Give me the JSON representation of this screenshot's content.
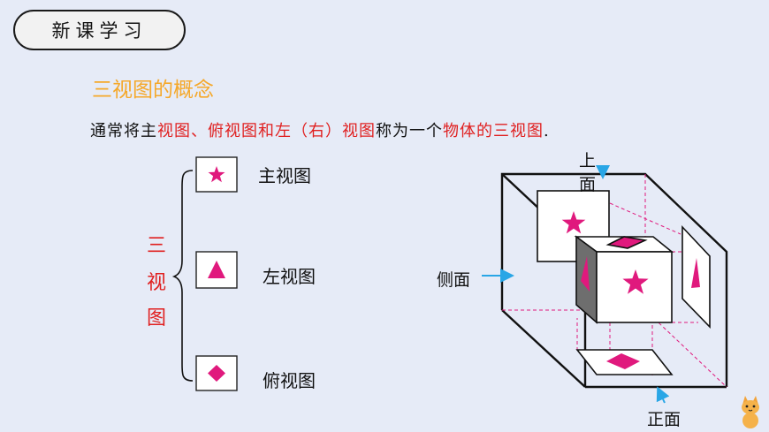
{
  "header": {
    "badge": "新课学习"
  },
  "section": {
    "title": "三视图的概念"
  },
  "definition": {
    "p1": "通常将主",
    "p2": "视图、俯视图和左（右）视图",
    "p3": "称为一个",
    "p4": "物体的三视图",
    "p5": "."
  },
  "group_label": [
    "三",
    "视",
    "图"
  ],
  "views": [
    {
      "label": "主视图",
      "shape": "star-icon"
    },
    {
      "label": "左视图",
      "shape": "triangle-icon"
    },
    {
      "label": "俯视图",
      "shape": "diamond-icon"
    }
  ],
  "figure": {
    "top_label": "上",
    "top_label2": "面",
    "side_label": "侧面",
    "front_label": "正面"
  },
  "colors": {
    "shape": "#e0197d",
    "arrow": "#29a6e6",
    "red_text": "#e02020",
    "title": "#f5a82a"
  }
}
